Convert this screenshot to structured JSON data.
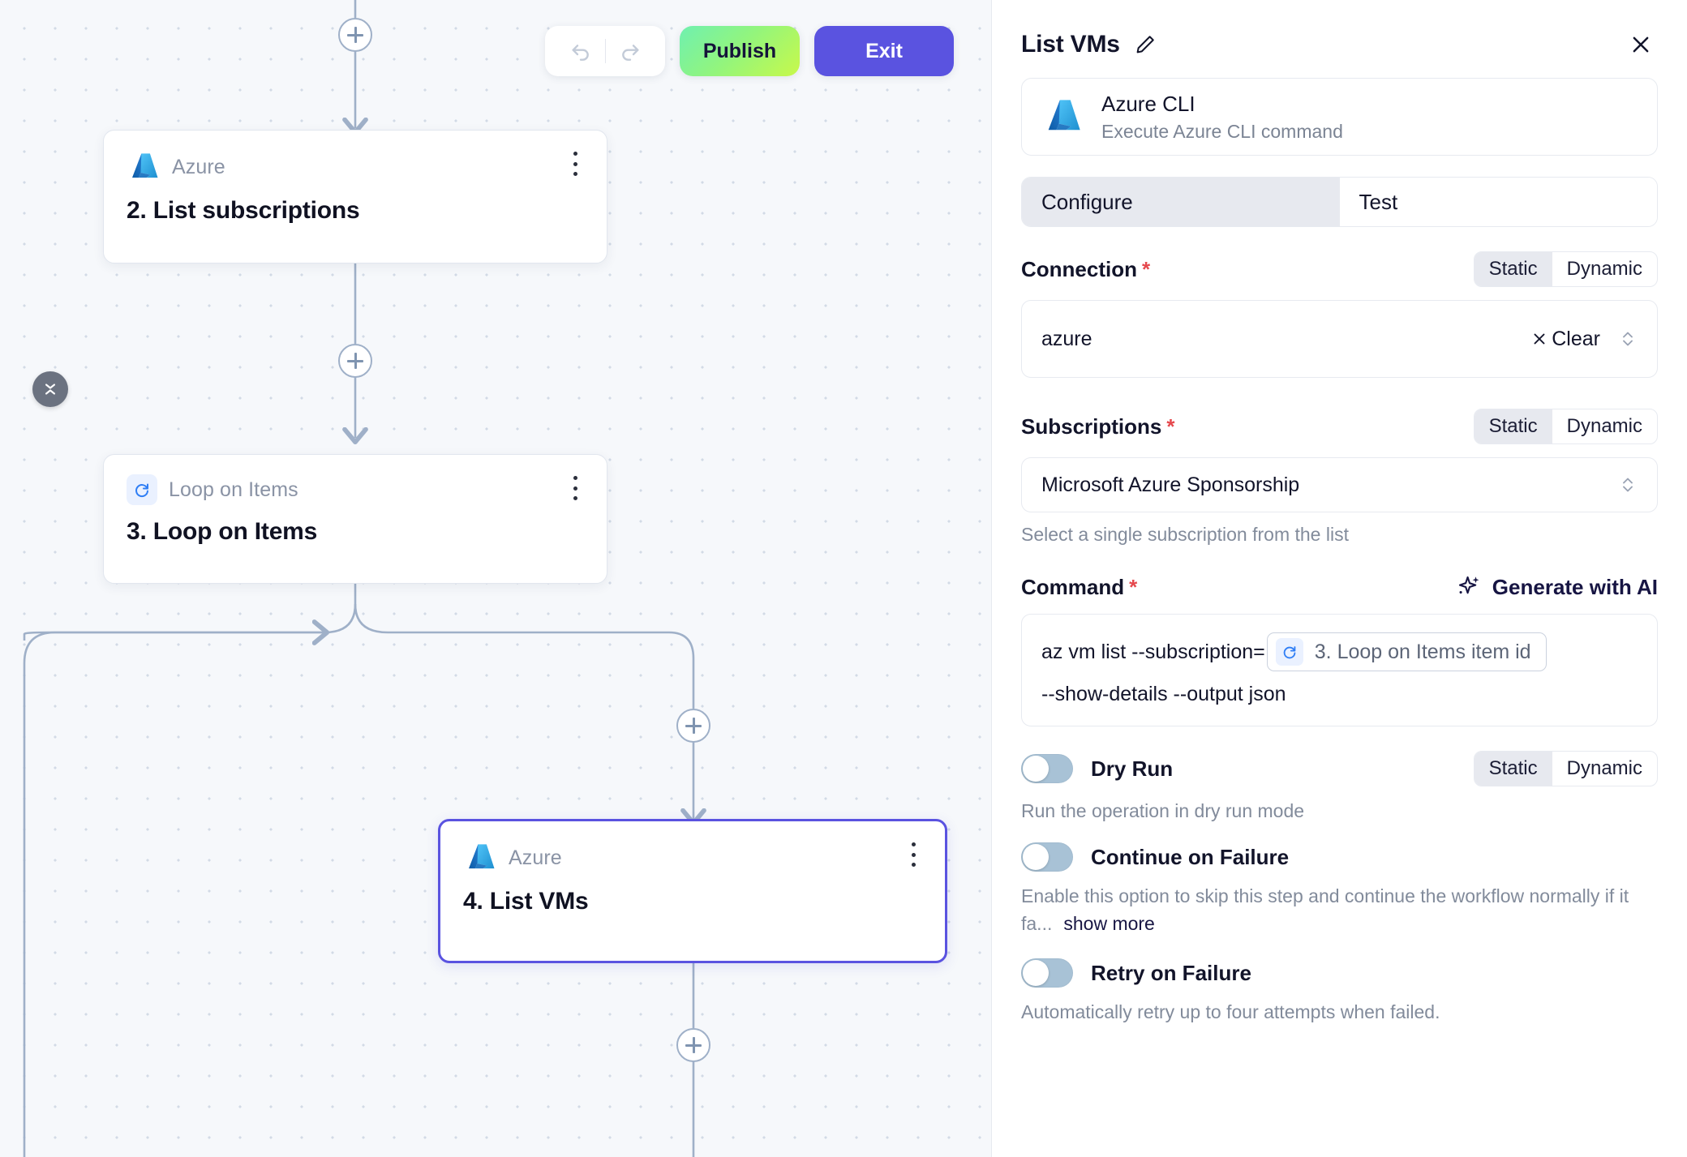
{
  "toolbar": {
    "undo_icon": "undo-arrow-icon",
    "redo_icon": "redo-arrow-icon",
    "publish_label": "Publish",
    "exit_label": "Exit"
  },
  "canvas": {
    "nodes": [
      {
        "id": "node-2",
        "type_label": "Azure",
        "type_icon": "azure-logo-icon",
        "title": "2. List subscriptions",
        "selected": false
      },
      {
        "id": "node-3",
        "type_label": "Loop on Items",
        "type_icon": "loop-refresh-icon",
        "title": "3. Loop on Items",
        "selected": false
      },
      {
        "id": "node-4",
        "type_label": "Azure",
        "type_icon": "azure-logo-icon",
        "title": "4. List VMs",
        "selected": true
      }
    ],
    "add_button_icon": "plus-icon",
    "collapse_button_icon": "collapse-chevrons-icon"
  },
  "panel": {
    "title": "List VMs",
    "edit_icon": "pencil-icon",
    "close_icon": "close-x-icon",
    "integration": {
      "icon": "azure-logo-icon",
      "name": "Azure CLI",
      "description": "Execute Azure CLI command"
    },
    "tabs": [
      {
        "label": "Configure",
        "active": true
      },
      {
        "label": "Test",
        "active": false
      }
    ],
    "connection": {
      "label": "Connection",
      "required": "*",
      "mode_options": [
        "Static",
        "Dynamic"
      ],
      "mode_selected": "Static",
      "value": "azure",
      "clear_label": "Clear",
      "clear_icon": "close-x-icon",
      "chevron_icon": "chevron-updown-icon"
    },
    "subscriptions": {
      "label": "Subscriptions",
      "required": "*",
      "mode_options": [
        "Static",
        "Dynamic"
      ],
      "mode_selected": "Static",
      "value": "Microsoft Azure Sponsorship",
      "hint": "Select a single subscription from the list",
      "chevron_icon": "chevron-updown-icon"
    },
    "command": {
      "label": "Command",
      "required": "*",
      "generate_label": "Generate with AI",
      "generate_icon": "sparkle-ai-icon",
      "text_before": "az vm list --subscription=",
      "token": {
        "icon": "loop-refresh-icon",
        "label": "3. Loop on Items item id"
      },
      "text_after": "--show-details --output json"
    },
    "dry_run": {
      "label": "Dry Run",
      "enabled": false,
      "mode_options": [
        "Static",
        "Dynamic"
      ],
      "mode_selected": "Static",
      "description": "Run the operation in dry run mode"
    },
    "continue_on_failure": {
      "label": "Continue on Failure",
      "enabled": false,
      "description": "Enable this option to skip this step and continue the workflow normally if it fa...",
      "show_more_label": "show more"
    },
    "retry_on_failure": {
      "label": "Retry on Failure",
      "enabled": false,
      "description": "Automatically retry up to four attempts when failed."
    }
  },
  "colors": {
    "accent_purple": "#5a53e0",
    "publish_green": "#93f57c",
    "required_red": "#e5484d",
    "edge_gray": "#9fb0c8",
    "toggle_off": "#a8c2d6",
    "azure_blue": "#0f84d8"
  }
}
